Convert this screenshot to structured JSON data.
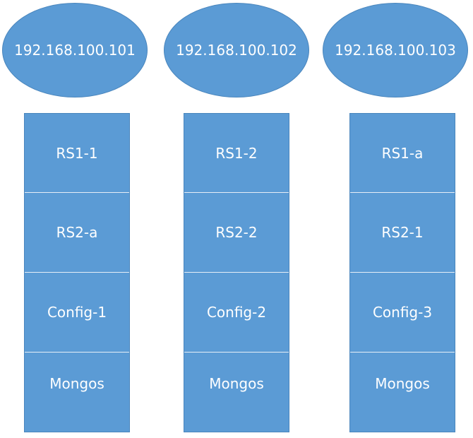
{
  "colors": {
    "fill": "#5b9bd5",
    "stroke": "#4a86bd",
    "text": "#ffffff",
    "divider": "#e6eef7"
  },
  "hosts": [
    {
      "ip": "192.168.100.101",
      "processes": [
        "RS1-1",
        "RS2-a",
        "Config-1",
        "Mongos"
      ]
    },
    {
      "ip": "192.168.100.102",
      "processes": [
        "RS1-2",
        "RS2-2",
        "Config-2",
        "Mongos"
      ]
    },
    {
      "ip": "192.168.100.103",
      "processes": [
        "RS1-a",
        "RS2-1",
        "Config-3",
        "Mongos"
      ]
    }
  ]
}
